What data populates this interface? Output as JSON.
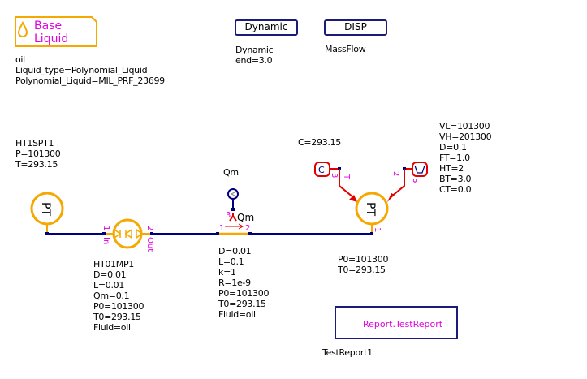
{
  "base_liquid": {
    "title_line1": "Base",
    "title_line2": "Liquid",
    "name": "oil",
    "liquid_type": "Liquid_type=Polynomial_Liquid",
    "polynomial_liquid": "Polynomial_Liquid=MIL_PRF_23699"
  },
  "dynamic": {
    "button_label": "Dynamic",
    "name": "Dynamic",
    "end": "end=3.0"
  },
  "disp": {
    "button_label": "DISP",
    "name": "MassFlow"
  },
  "source_pt": {
    "symbol": "PT",
    "name": "HT1SPT1",
    "p": "P=101300",
    "t": "T=293.15"
  },
  "pump": {
    "pin_in_num": "1",
    "pin_in_label": "In",
    "pin_out_num": "2",
    "pin_out_label": "Out",
    "name": "HT01MP1",
    "d": "D=0.01",
    "l": "L=0.01",
    "qm": "Qm=0.1",
    "p0": "P0=101300",
    "t0": "T0=293.15",
    "fluid": "Fluid=oil"
  },
  "pipe": {
    "sensor_label": "Qm",
    "port_label": "Qm",
    "pin1": "1",
    "pin2": "2",
    "pin3": "3",
    "d": "D=0.01",
    "l": "L=0.1",
    "k": "k=1",
    "r": "R=1e-9",
    "p0": "P0=101300",
    "t0": "T0=293.15",
    "fluid": "Fluid=oil"
  },
  "constant": {
    "symbol": "C",
    "value": "C=293.15",
    "pin": "3",
    "pin_label": "T"
  },
  "ramp": {
    "pin": "2",
    "pin_label": "P",
    "vl": "VL=101300",
    "vh": "VH=201300",
    "d": "D=0.1",
    "ft": "FT=1.0",
    "ht": "HT=2",
    "bt": "BT=3.0",
    "ct": "CT=0.0"
  },
  "sink_pt": {
    "symbol": "PT",
    "pin": "1",
    "p0": "P0=101300",
    "t0": "T0=293.15"
  },
  "report": {
    "label": "Report.TestReport",
    "name": "TestReport1"
  },
  "colors": {
    "component": "#f5a800",
    "wire": "#00007f",
    "signal": "#e00000",
    "pin_label": "#e000e0",
    "box_border": "#1b1b7a"
  }
}
